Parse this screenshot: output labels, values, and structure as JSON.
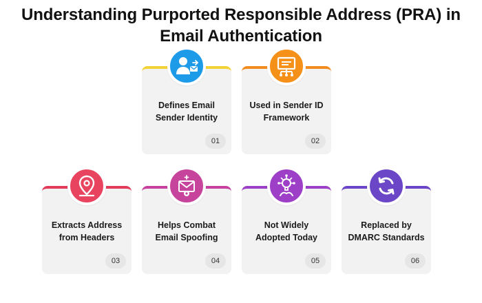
{
  "title": {
    "line1": "Understanding Purported Responsible Address (PRA) in",
    "line2": "Email Authentication"
  },
  "cards": [
    {
      "label": "Defines Email Sender Identity",
      "number": "01",
      "accent": "#f2d336",
      "icon": "user-email-icon",
      "icon_color": "#1e9be8"
    },
    {
      "label": "Used in Sender ID Framework",
      "number": "02",
      "accent": "#f28c1e",
      "icon": "framework-chart-icon",
      "icon_color": "#f59018"
    },
    {
      "label": "Extracts Address from Headers",
      "number": "03",
      "accent": "#e33b5a",
      "icon": "location-pin-icon",
      "icon_color": "#e8445f"
    },
    {
      "label": "Helps Combat Email Spoofing",
      "number": "04",
      "accent": "#c8409e",
      "icon": "email-shield-icon",
      "icon_color": "#c6449c"
    },
    {
      "label": "Not Widely Adopted Today",
      "number": "05",
      "accent": "#9b3fc6",
      "icon": "idea-network-icon",
      "icon_color": "#9e3fc7"
    },
    {
      "label": "Replaced by DMARC Standards",
      "number": "06",
      "accent": "#6a45c8",
      "icon": "refresh-icon",
      "icon_color": "#6b46c6"
    }
  ]
}
